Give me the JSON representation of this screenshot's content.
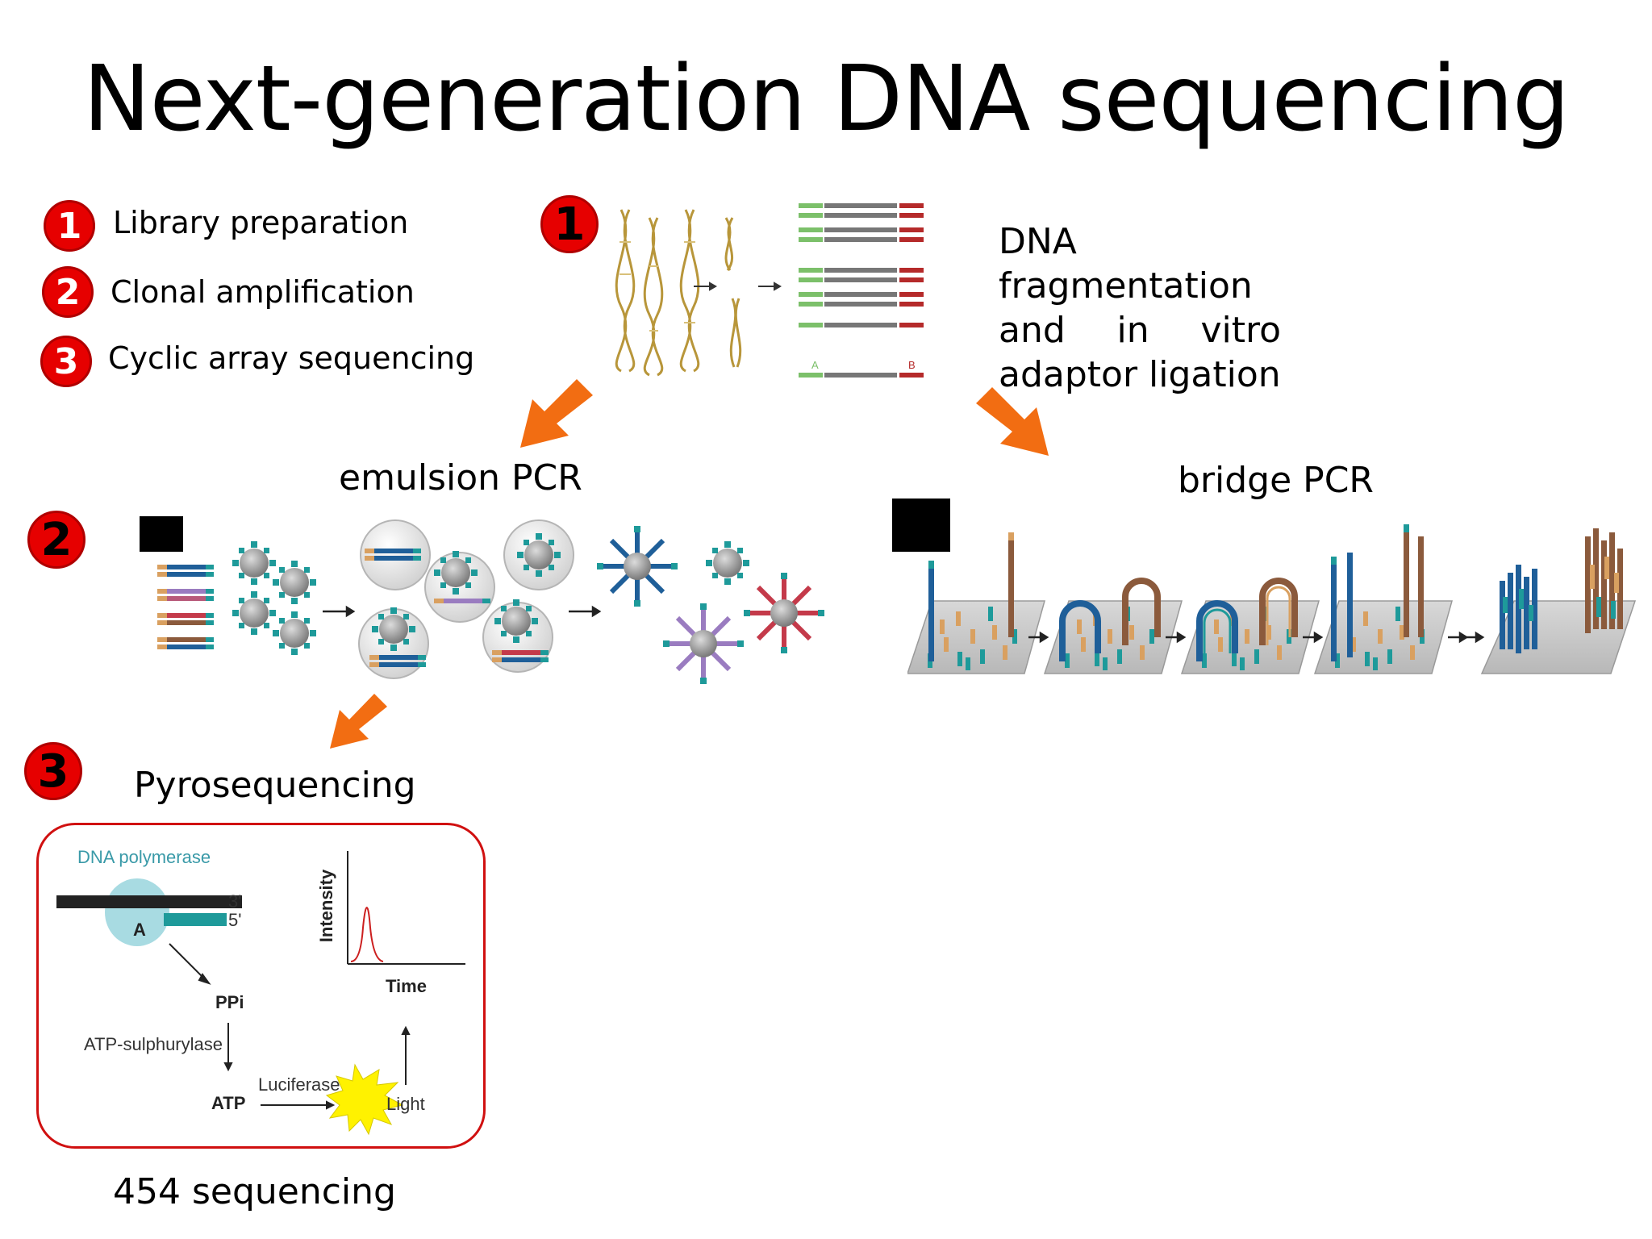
{
  "title": "Next-generation DNA sequencing",
  "legend": [
    {
      "number": "1",
      "label": "Library preparation"
    },
    {
      "number": "2",
      "label": "Clonal amplification"
    },
    {
      "number": "3",
      "label": "Cyclic array sequencing"
    }
  ],
  "step1": {
    "badge": "1",
    "description_lines": [
      [
        "DNA"
      ],
      [
        "fragmentation"
      ],
      [
        "and",
        "in",
        "vitro"
      ],
      [
        "adaptor ligation"
      ]
    ],
    "adaptor_a": "A",
    "adaptor_b": "B"
  },
  "step2": {
    "badge": "2",
    "emulsion_label": "emulsion PCR",
    "bridge_label": "bridge PCR"
  },
  "step3": {
    "badge": "3",
    "label": "Pyrosequencing",
    "footer": "454 sequencing",
    "diagram": {
      "polymerase": "DNA polymerase",
      "base": "A",
      "end3": "3'",
      "end5": "5'",
      "ppi": "PPi",
      "atp_sulph": "ATP-sulphurylase",
      "atp": "ATP",
      "luciferase": "Luciferase",
      "light": "Light",
      "intensity": "Intensity",
      "time": "Time"
    }
  },
  "colors": {
    "badge_red": "#e60000",
    "arrow_orange": "#f26d12",
    "teal": "#1e9a9a",
    "blue": "#1f5f99",
    "brown": "#8b5a3c",
    "tan": "#d9a060",
    "adaptor_green": "#7cc06a",
    "adaptor_red": "#b52a2a"
  }
}
